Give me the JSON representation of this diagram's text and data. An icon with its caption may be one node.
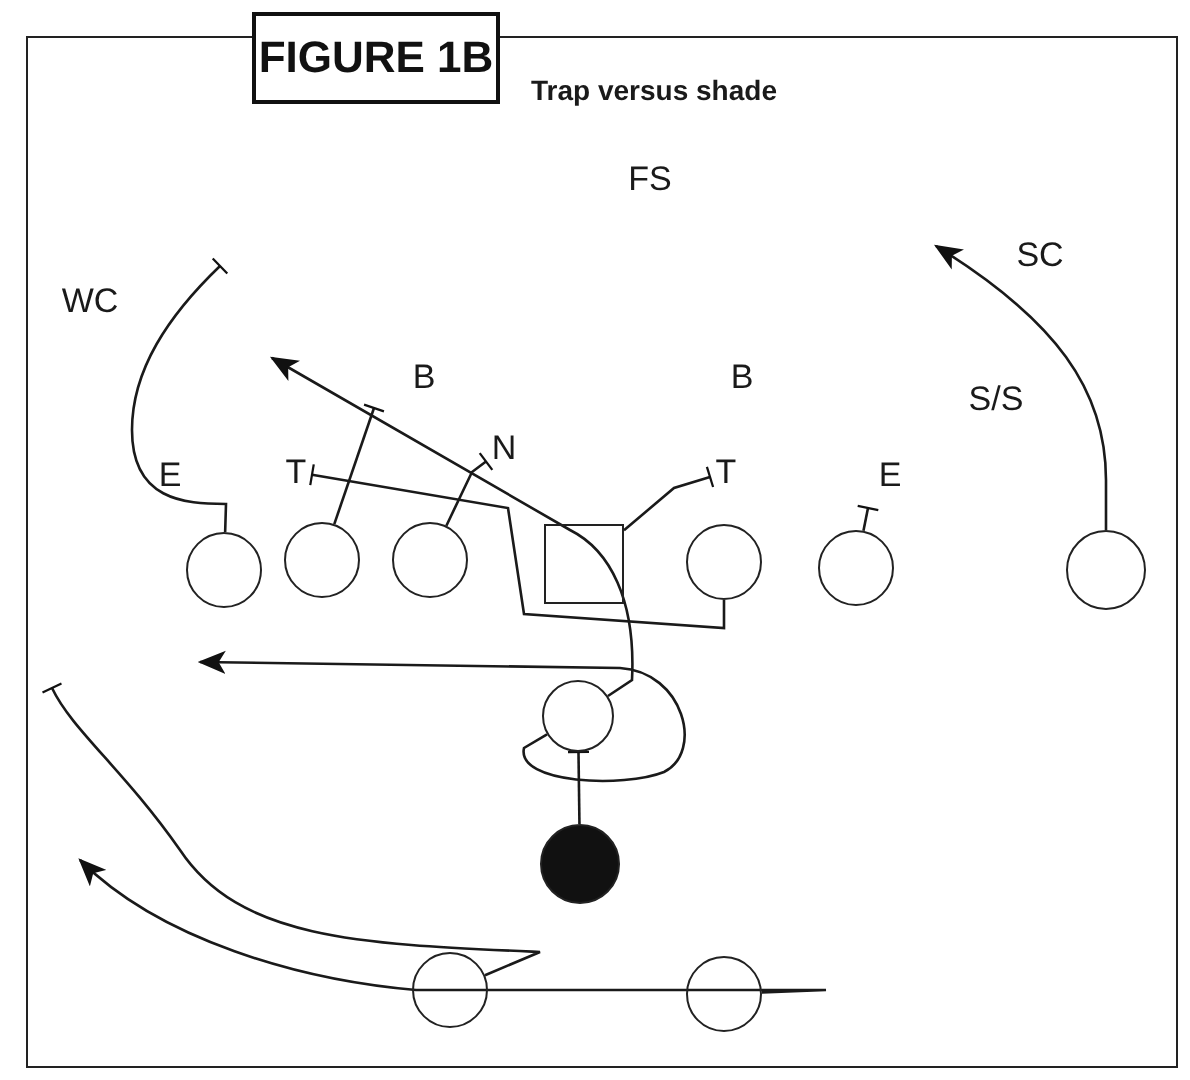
{
  "diagram": {
    "title": "FIGURE 1B",
    "nodes": [
      {
        "text": [],
        "shape": "circle"
      },
      {
        "text": [],
        "shape": "circle"
      },
      {
        "text": [],
        "shape": "circle"
      },
      {
        "text": [],
        "shape": "box"
      },
      {
        "text": [],
        "shape": "circle"
      },
      {
        "text": [],
        "shape": "circle"
      },
      {
        "text": [],
        "shape": "circle"
      },
      {
        "text": [],
        "shape": "circle"
      },
      {
        "text": [],
        "shape": "circle"
      },
      {
        "text": [],
        "shape": "circle"
      },
      {
        "text": [],
        "shape": "circle"
      },
      {
        "text": [
          "T"
        ]
      },
      {
        "text": [
          "N"
        ]
      },
      {
        "text": [
          "T"
        ]
      }
    ],
    "edges": [
      {
        "from": 0,
        "to": null,
        "arrow": "other"
      },
      {
        "from": 1,
        "to": null,
        "arrow": "other"
      },
      {
        "from": 2,
        "to": 12,
        "arrow": "other"
      },
      {
        "from": 3,
        "to": 13,
        "arrow": "other"
      },
      {
        "from": 4,
        "to": 11,
        "arrow": "other"
      },
      {
        "from": 5,
        "to": null,
        "arrow": "other"
      },
      {
        "from": 6,
        "to": null,
        "arrow": "to"
      },
      {
        "from": 7,
        "to": null,
        "arrow": "to"
      },
      {
        "from": 7,
        "to": null,
        "arrow": "to"
      },
      {
        "from": 8,
        "to": 7,
        "arrow": "other"
      },
      {
        "from": 9,
        "to": null,
        "arrow": "other"
      },
      {
        "from": 10,
        "to": null,
        "arrow": "to"
      }
    ],
    "labels": [
      "Trap versus shade",
      "FS",
      "WC",
      "SC",
      "S/S",
      "B",
      "B",
      "E",
      "E"
    ]
  }
}
